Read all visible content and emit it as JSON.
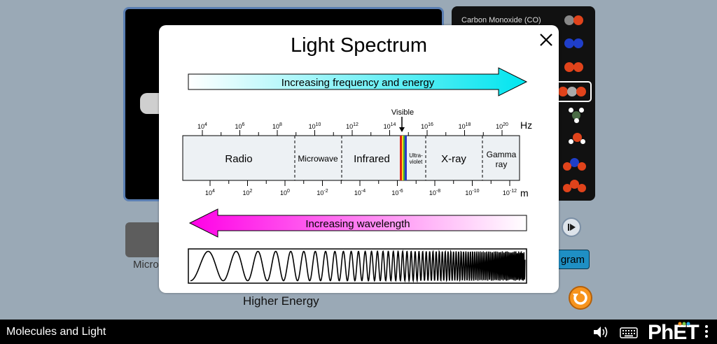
{
  "sim": {
    "title": "Molecules and Light",
    "molecule_panel_label": "Carbon Monoxide (CO)",
    "emitter_label": "Micro",
    "energy_diagram_label": "gram",
    "higher_energy_label": "Higher Energy"
  },
  "dialog": {
    "title": "Light Spectrum",
    "freq_arrow_label": "Increasing frequency and energy",
    "wavelength_arrow_label": "Increasing wavelength",
    "visible_label": "Visible",
    "freq_unit": "Hz",
    "wavelength_unit": "m",
    "freq_ticks": [
      {
        "base": "10",
        "exp": "4"
      },
      {
        "base": "10",
        "exp": "6"
      },
      {
        "base": "10",
        "exp": "8"
      },
      {
        "base": "10",
        "exp": "10"
      },
      {
        "base": "10",
        "exp": "12"
      },
      {
        "base": "10",
        "exp": "14"
      },
      {
        "base": "10",
        "exp": "16"
      },
      {
        "base": "10",
        "exp": "18"
      },
      {
        "base": "10",
        "exp": "20"
      }
    ],
    "wavelength_ticks": [
      {
        "base": "10",
        "exp": "4"
      },
      {
        "base": "10",
        "exp": "2"
      },
      {
        "base": "10",
        "exp": "0"
      },
      {
        "base": "10",
        "exp": "-2"
      },
      {
        "base": "10",
        "exp": "-4"
      },
      {
        "base": "10",
        "exp": "-6"
      },
      {
        "base": "10",
        "exp": "-8"
      },
      {
        "base": "10",
        "exp": "-10"
      },
      {
        "base": "10",
        "exp": "-12"
      }
    ],
    "regions": {
      "radio": "Radio",
      "microwave": "Microwave",
      "infrared": "Infrared",
      "ultraviolet_1": "Ultra-",
      "ultraviolet_2": "violet",
      "xray": "X-ray",
      "gamma_1": "Gamma",
      "gamma_2": "ray"
    }
  },
  "colors": {
    "freq_arrow_start": "#ffffff",
    "freq_arrow_end": "#00e5ef",
    "wavelength_arrow_start": "#ff00e6",
    "wavelength_arrow_end": "#ffffff",
    "spectrum_fill": "#edf1f4",
    "reset": "#f7941d",
    "energy_button": "#1f8fc4"
  }
}
